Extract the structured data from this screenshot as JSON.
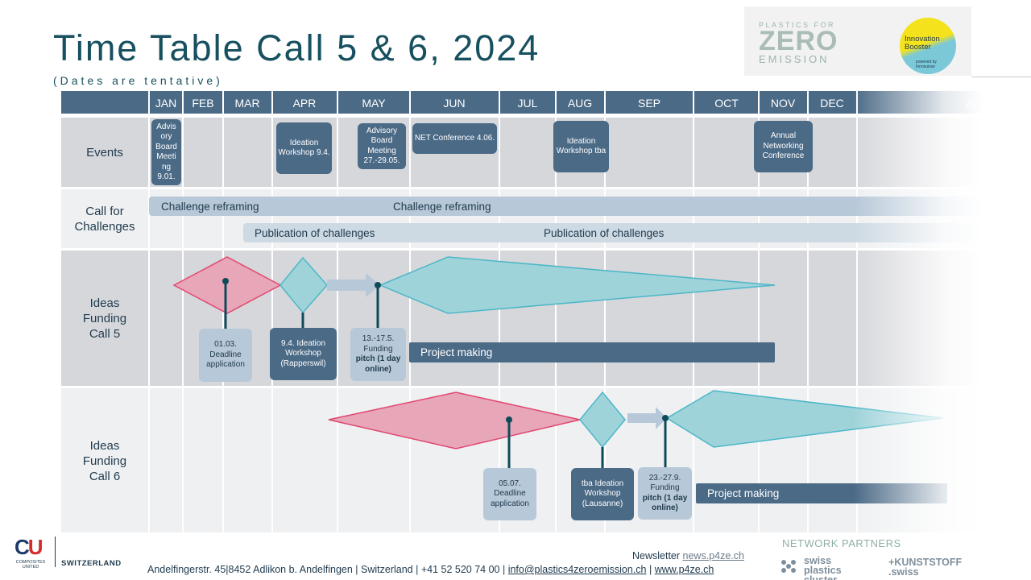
{
  "header": {
    "title": "Time Table Call 5 & 6, 2024",
    "subtitle": "(Dates are tentative)"
  },
  "logos": {
    "pfze_line1": "PLASTICS FOR",
    "pfze_line2": "ZERO",
    "pfze_line3": "EMISSION",
    "innovation_booster": "Innovation Booster",
    "innovation_booster_sub": "powered by Innosuisse",
    "cu_mark": "CU",
    "cu_sub": "COMPOSITES UNITED",
    "cu_country": "SWITZERLAND"
  },
  "months": [
    "JAN",
    "FEB",
    "MAR",
    "APR",
    "MAY",
    "JUN",
    "JUL",
    "AUG",
    "SEP",
    "OCT",
    "NOV",
    "DEC",
    "20"
  ],
  "rows": {
    "events": "Events",
    "call_for_challenges": "Call for Challenges",
    "call5": "Ideas Funding Call 5",
    "call6": "Ideas Funding Call 6"
  },
  "events": [
    "Advis ory Board Meeti ng 9.01.",
    "Ideation Workshop 9.4.",
    "Advisory Board Meeting 27.-29.05.",
    "NET Conference 4.06.",
    "Ideation Workshop tba",
    "Annual Networking Conference"
  ],
  "challenges": {
    "reframing_1": "Challenge reframing",
    "reframing_2": "Challenge reframing",
    "publication_1": "Publication of challenges",
    "publication_2": "Publication of challenges"
  },
  "call5": {
    "deadline": "01.03. Deadline application",
    "ideation": "9.4. Ideation Workshop (Rapperswil)",
    "pitch_plain": "13.-17.5. Funding",
    "pitch_bold": "pitch (1 day online)",
    "project": "Project making"
  },
  "call6": {
    "deadline": "05.07. Deadline application",
    "ideation": "tba Ideation Workshop (Lausanne)",
    "pitch_plain": "23.-27.9. Funding",
    "pitch_bold": "pitch (1 day online)",
    "project": "Project making"
  },
  "footer": {
    "address": "Andelfingerstr. 45|8452 Adlikon b. Andelfingen | Switzerland | +41 52 520 74 00 |",
    "email": "info@plastics4zeroemission.ch",
    "sep": "|",
    "website": "www.p4ze.ch",
    "newsletter_label": "Newsletter",
    "newsletter_link": "news.p4ze.ch",
    "network_partners": "NETWORK PARTNERS",
    "partner1": "swiss plastics cluster",
    "partner2": "+KUNSTSTOFF .swiss"
  },
  "colors": {
    "header_bar": "#4b6a86",
    "row_band": "#d6d7db",
    "row_band_alt": "#eef0f2",
    "event_box": "#4b6a86",
    "light_box": "#b7c8d8",
    "pink": "#e8a7b9",
    "pink_stroke": "#e0476f",
    "teal": "#9fd3da",
    "teal_stroke": "#4cb7c7",
    "title": "#17505f"
  }
}
